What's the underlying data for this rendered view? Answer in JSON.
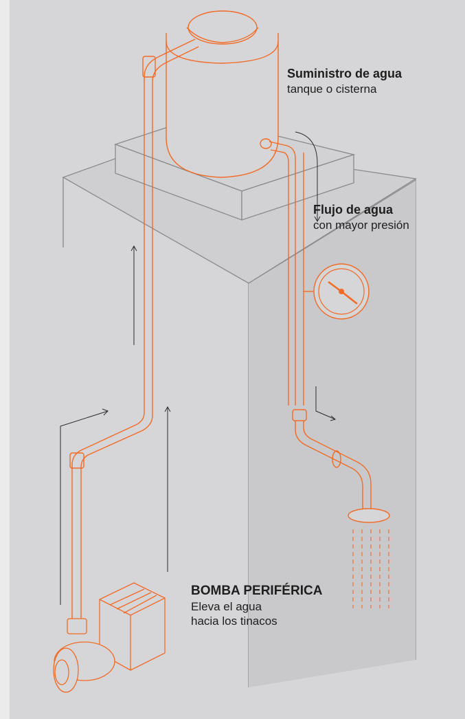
{
  "labels": {
    "supply": {
      "title": "Suministro de agua",
      "subtitle": "tanque o cisterna"
    },
    "flow": {
      "title": "Flujo de agua",
      "subtitle": "con mayor presión"
    },
    "pump": {
      "title": "BOMBA PERIFÉRICA",
      "line1": "Eleva el agua",
      "line2": "hacia los tinacos"
    }
  },
  "colors": {
    "background": "#d6d6d8",
    "pipe": "#f26a24",
    "outline": "#8a8a8c",
    "arrow": "#2b2b2b"
  }
}
